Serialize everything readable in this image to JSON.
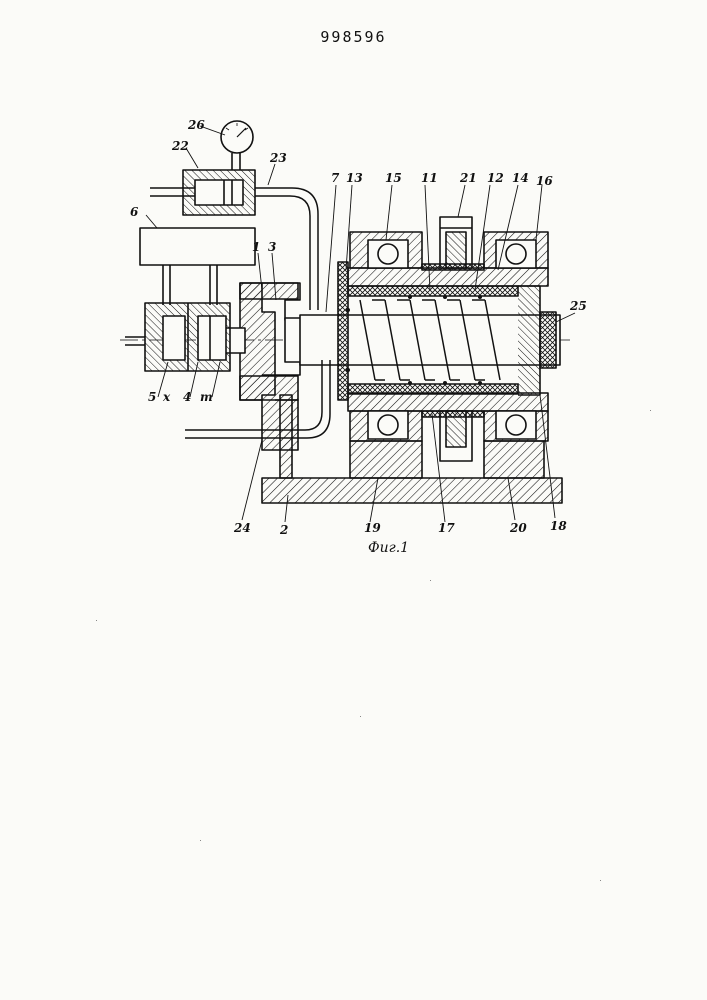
{
  "document": {
    "page_number": "998596",
    "figure_caption": "Фиг.1"
  },
  "labels": {
    "l1": "1",
    "l2": "2",
    "l3": "3",
    "l4": "4",
    "l5": "5",
    "l6": "6",
    "l7": "7",
    "l11": "11",
    "l12": "12",
    "l13": "13",
    "l14": "14",
    "l15": "15",
    "l16": "16",
    "l17": "17",
    "l18": "18",
    "l19": "19",
    "l20": "20",
    "l21": "21",
    "l22": "22",
    "l23": "23",
    "l24": "24",
    "l25": "25",
    "l26": "26",
    "lx": "x",
    "lt": "т"
  }
}
